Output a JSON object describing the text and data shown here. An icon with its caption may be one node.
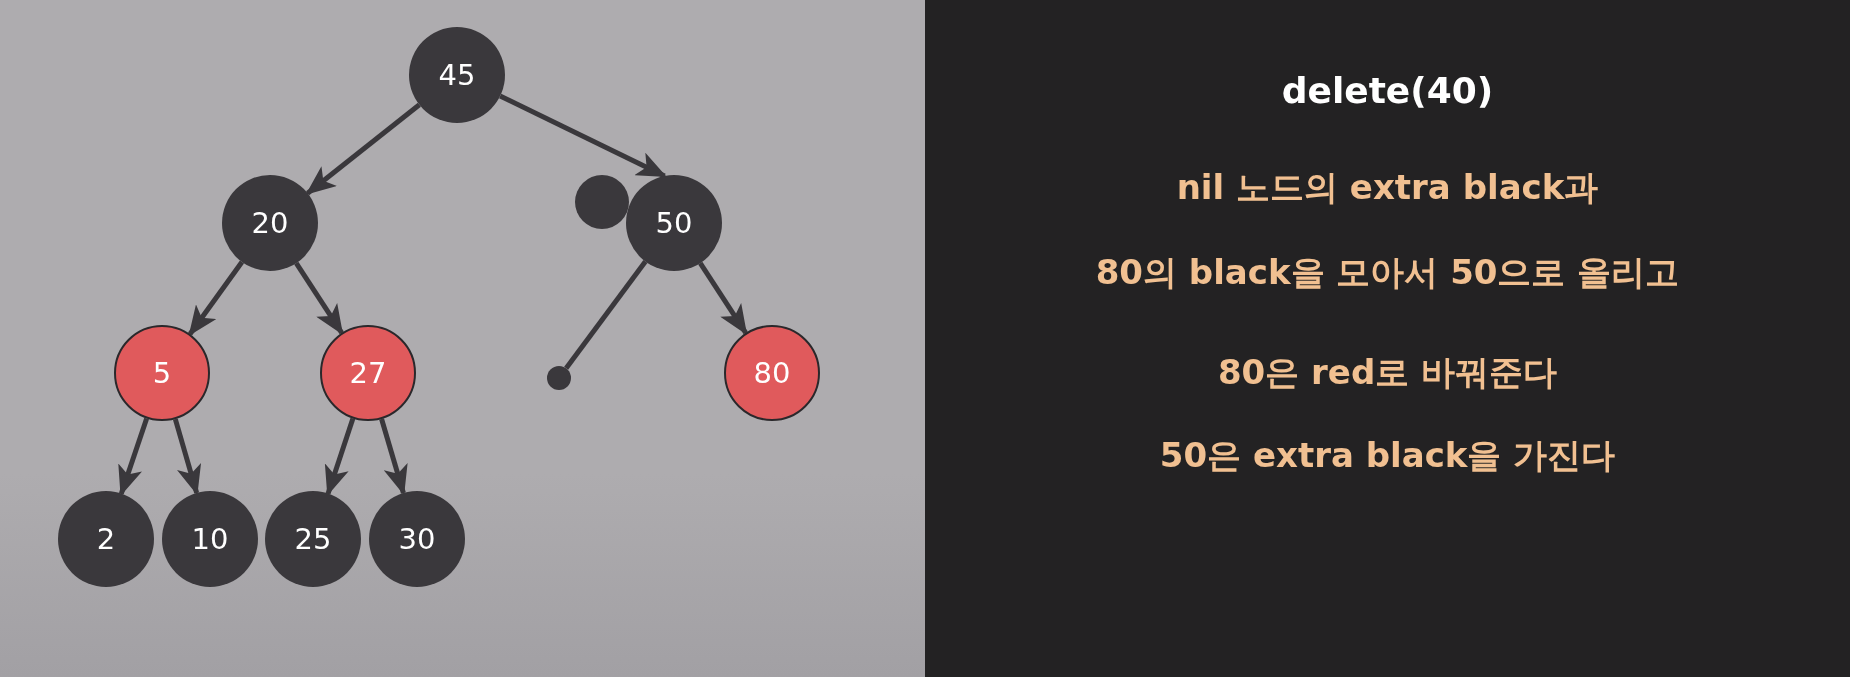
{
  "diagram": {
    "title": "delete(40)",
    "nodes": [
      {
        "text": [
          "45"
        ]
      },
      {
        "text": [
          "20"
        ]
      },
      {
        "text": [],
        "shape": "circle"
      },
      {
        "text": [
          "50"
        ]
      },
      {
        "text": [
          "5"
        ]
      },
      {
        "text": [
          "27"
        ]
      },
      {
        "text": [],
        "shape": "circle"
      },
      {
        "text": [
          "80"
        ]
      },
      {
        "text": [
          "2"
        ]
      },
      {
        "text": [
          "10"
        ]
      },
      {
        "text": [
          "25"
        ]
      },
      {
        "text": [
          "30"
        ]
      }
    ],
    "edges": [
      {
        "from": 0,
        "to": 1,
        "arrow": "to"
      },
      {
        "from": 0,
        "to": 3,
        "arrow": "to"
      },
      {
        "from": 1,
        "to": 4,
        "arrow": "to"
      },
      {
        "from": 1,
        "to": 5,
        "arrow": "to"
      },
      {
        "from": 3,
        "to": 6,
        "arrow": "none"
      },
      {
        "from": 3,
        "to": 7,
        "arrow": "to"
      },
      {
        "from": 4,
        "to": 8,
        "arrow": "to"
      },
      {
        "from": 4,
        "to": 9,
        "arrow": "to"
      },
      {
        "from": 5,
        "to": 10,
        "arrow": "to"
      },
      {
        "from": 5,
        "to": 11,
        "arrow": "to"
      }
    ],
    "labels": [
      "nil 노드의 extra black과",
      "80의 black을 모아서 50으로 올리고",
      "80은 red로 바꿔준다",
      "50은 extra black을 가진다"
    ]
  }
}
